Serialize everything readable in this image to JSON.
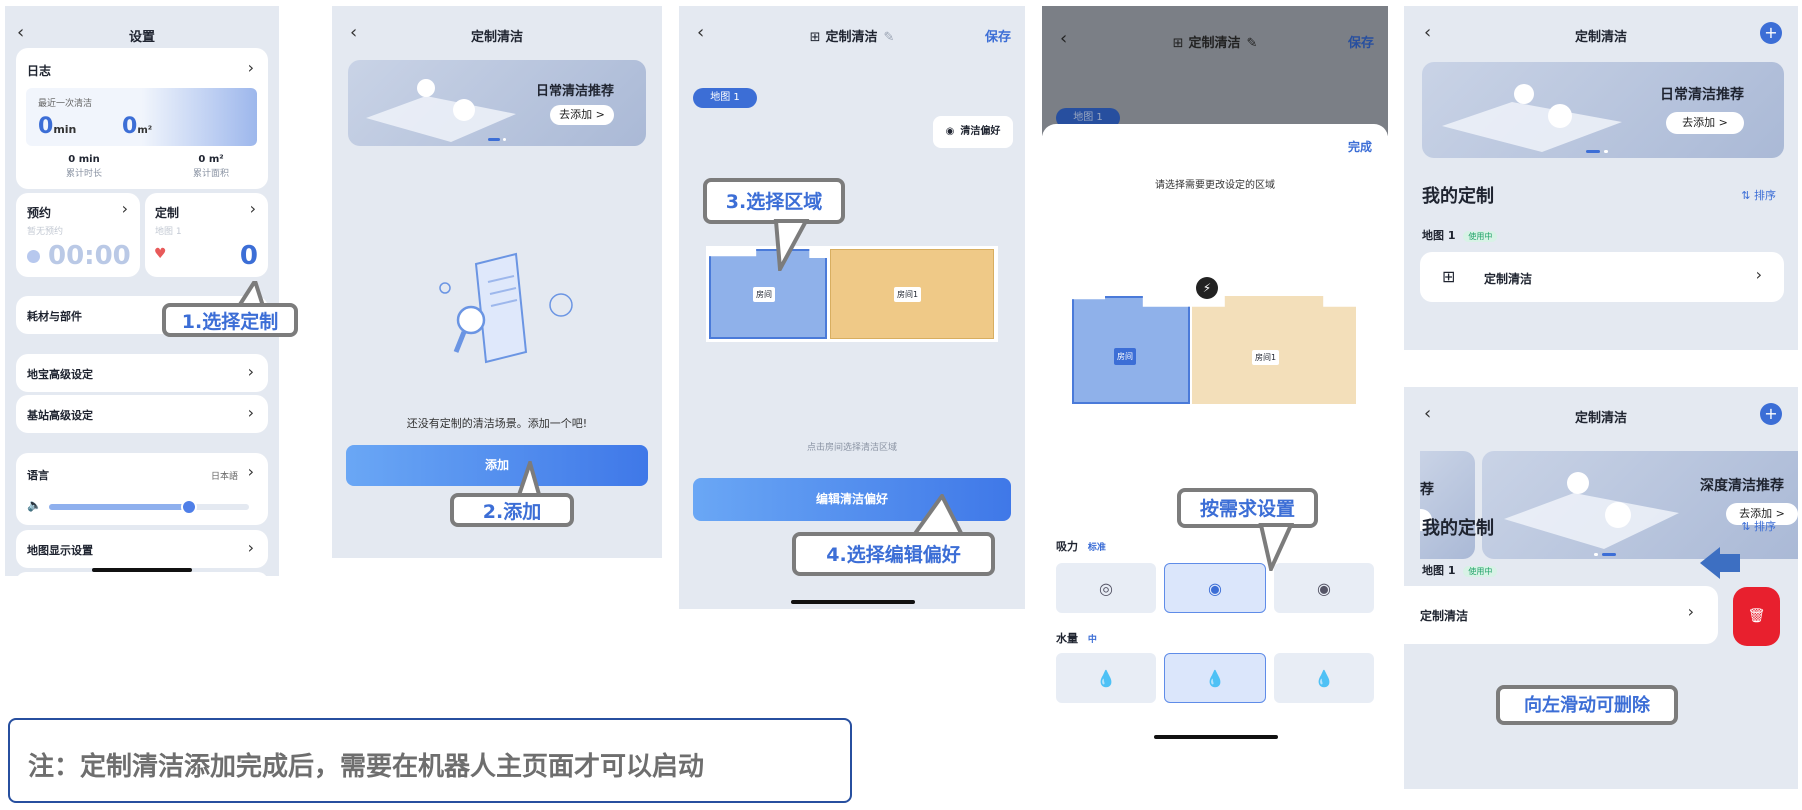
{
  "screen1": {
    "title": "设置",
    "log": {
      "label": "日志",
      "recent": "最近一次清洁",
      "time_val": "0",
      "time_unit": "min",
      "area_val": "0",
      "area_unit": "m²",
      "total_time_val": "0",
      "total_time_unit": "min",
      "total_time_label": "累计时长",
      "total_area_val": "0",
      "total_area_unit": "m²",
      "total_area_label": "累计面积"
    },
    "schedule": {
      "label": "预约",
      "sub": "暂无预约",
      "time": "00:00"
    },
    "custom": {
      "label": "定制",
      "sub": "地图 1",
      "count": "0"
    },
    "consumables": "耗材与部件",
    "advanced1": "地宝高级设定",
    "advanced2": "基站高级设定",
    "language": {
      "label": "语言",
      "value": "日本語"
    },
    "volume_level": 0.7,
    "map_display": "地图显示设置",
    "callout": "1.选择定制"
  },
  "screen2": {
    "title": "定制清洁",
    "banner_title": "日常清洁推荐",
    "banner_btn": "去添加  >",
    "empty_text": "还没有定制的清洁场景。添加一个吧!",
    "add_btn": "添加",
    "callout": "2.添加"
  },
  "screen3": {
    "title": "定制清洁",
    "save": "保存",
    "map_tag": "地图 1",
    "pref_btn": "清洁偏好",
    "room_a": "房间",
    "room_b": "房间1",
    "hint": "点击房间选择清洁区域",
    "edit_btn": "编辑清洁偏好",
    "callout_area": "3.选择区域",
    "callout_pref": "4.选择编辑偏好"
  },
  "screen4": {
    "title": "定制清洁",
    "save": "保存",
    "map_tag": "地图 1",
    "done": "完成",
    "prompt": "请选择需要更改设定的区域",
    "room_a": "房间",
    "room_b": "房间1",
    "suction_label": "吸力",
    "suction_value": "标准",
    "water_label": "水量",
    "water_value": "中",
    "callout": "按需求设置"
  },
  "screen5": {
    "title": "定制清洁",
    "banner_title": "日常清洁推荐",
    "banner_btn": "去添加  >",
    "my_custom": "我的定制",
    "sort": "⇅ 排序",
    "map_name": "地图 1",
    "in_use": "使用中",
    "item": "定制清洁"
  },
  "screen6": {
    "title": "定制清洁",
    "banner_left": "荐",
    "banner_title": "深度清洁推荐",
    "banner_btn": "去添加  >",
    "my_custom": "我的定制",
    "sort": "⇅ 排序",
    "map_name": "地图 1",
    "in_use": "使用中",
    "item": "定制清洁",
    "callout": "向左滑动可删除"
  },
  "note": "注：定制清洁添加完成后，需要在机器人主页面才可以启动",
  "colors": {
    "accent": "#3c6ed6",
    "delete": "#e8202e",
    "callout_border": "#7c7c7c"
  }
}
